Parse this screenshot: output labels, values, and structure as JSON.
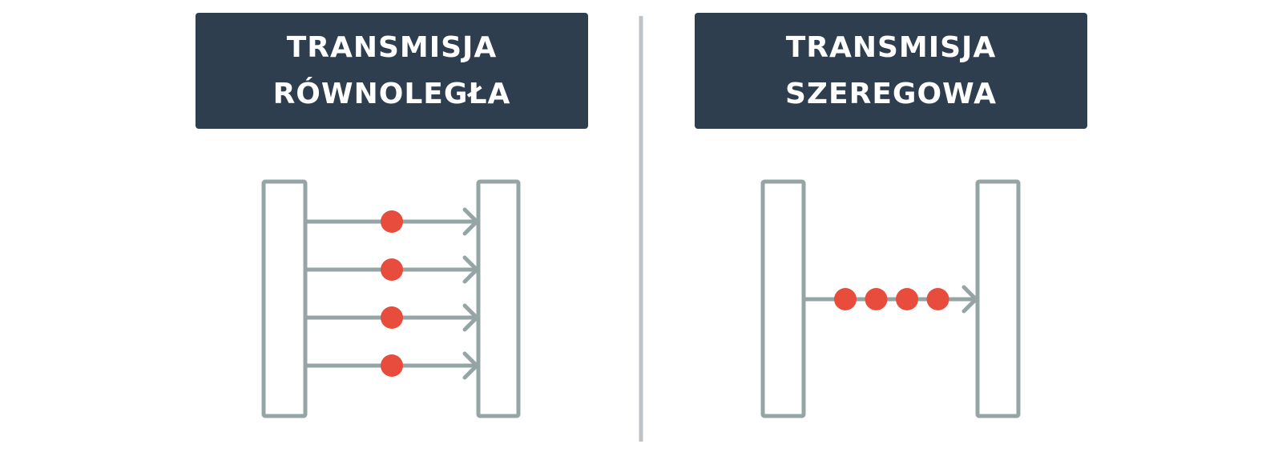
{
  "colors": {
    "header_bg": "#2e3e4f",
    "header_text": "#ffffff",
    "line": "#95a5a6",
    "divider": "#bdc3c7",
    "dot": "#e74c3c"
  },
  "panels": {
    "parallel": {
      "title_line1": "TRANSMISJA",
      "title_line2": "RÓWNOLEGŁA",
      "lanes": 4,
      "dots_per_lane": 1
    },
    "serial": {
      "title_line1": "TRANSMISJA",
      "title_line2": "SZEREGOWA",
      "lanes": 1,
      "dots_per_lane": 4
    }
  }
}
